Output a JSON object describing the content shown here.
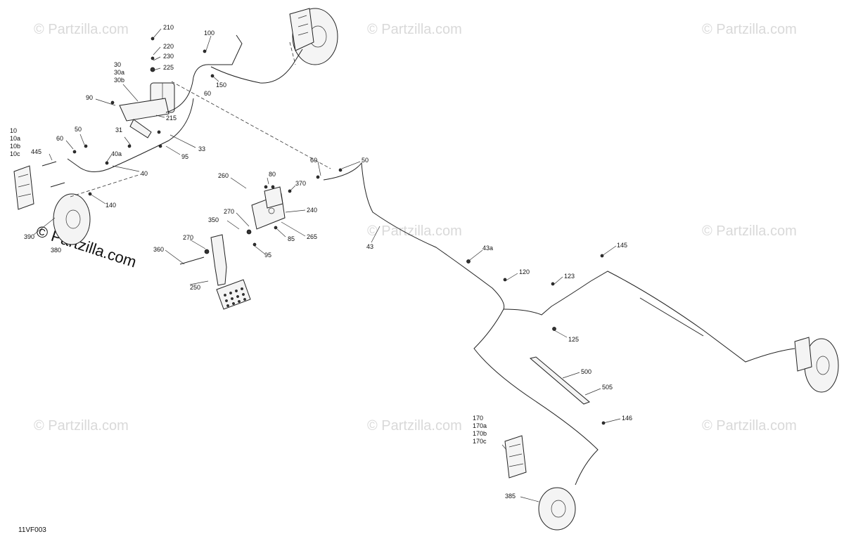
{
  "watermark": "© Partzilla.com",
  "watermark_big": "© Partzilla.com",
  "diagram_code": "11VF003",
  "callouts": {
    "c210": "210",
    "c100": "100",
    "c220": "220",
    "c230": "230",
    "c30": "30",
    "c30a": "30a",
    "c225": "225",
    "c30b": "30b",
    "c60a": "60",
    "c150": "150",
    "c90": "90",
    "c215": "215",
    "c31": "31",
    "c33": "33",
    "c10": "10",
    "c10a": "10a",
    "c10b": "10b",
    "c10c": "10c",
    "c60b": "60",
    "c50a": "50",
    "c445": "445",
    "c40a": "40a",
    "c95a": "95",
    "c40": "40",
    "c140": "140",
    "c260": "260",
    "c80": "80",
    "c370": "370",
    "c240": "240",
    "c270a": "270",
    "c350": "350",
    "c265": "265",
    "c85": "85",
    "c270b": "270",
    "c95b": "95",
    "c360": "360",
    "c250": "250",
    "c390": "390",
    "c380": "380",
    "c60c": "60",
    "c50b": "50",
    "c43": "43",
    "c43a": "43a",
    "c120": "120",
    "c123": "123",
    "c145": "145",
    "c125": "125",
    "c500": "500",
    "c505": "505",
    "c146": "146",
    "c170": "170",
    "c170a": "170a",
    "c170b": "170b",
    "c170c": "170c",
    "c385": "385"
  }
}
